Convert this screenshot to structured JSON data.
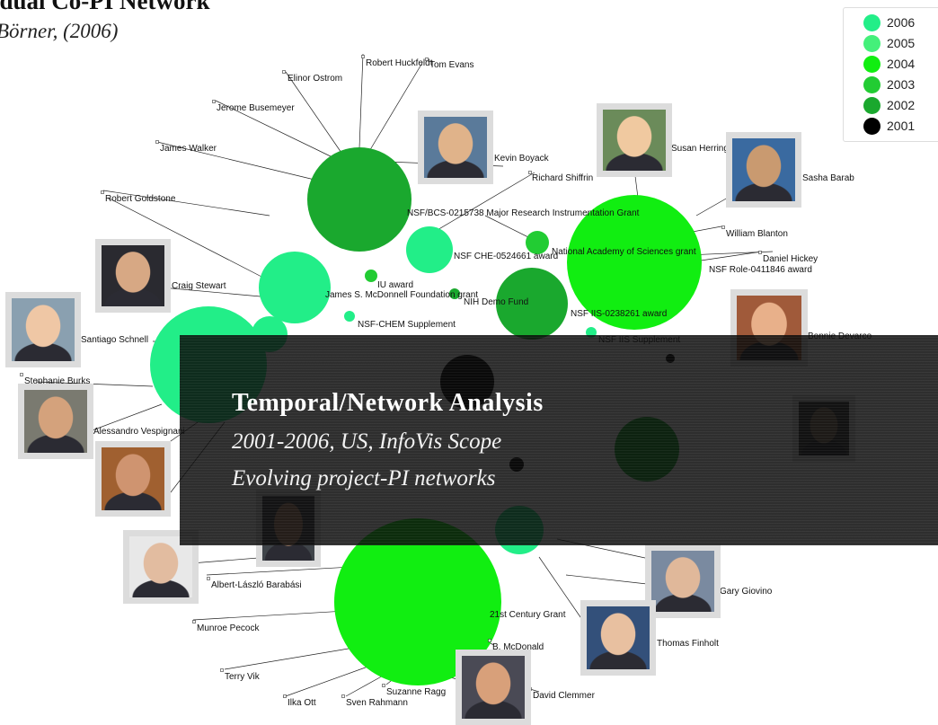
{
  "header": {
    "title": "idual Co-PI Network",
    "byline": "Börner, (2006)"
  },
  "legend": [
    {
      "label": "2006",
      "color": "#22ee88"
    },
    {
      "label": "2005",
      "color": "#44f07a"
    },
    {
      "label": "2004",
      "color": "#11ee11"
    },
    {
      "label": "2003",
      "color": "#22cc33"
    },
    {
      "label": "2002",
      "color": "#1aa82e"
    },
    {
      "label": "2001",
      "color": "#000000"
    }
  ],
  "colors": {
    "node_2006": "#22ee88",
    "node_2004": "#11ee11",
    "node_2003": "#22cc33",
    "node_2002": "#1aa82e",
    "node_2001": "#000000",
    "overlay": "#111111"
  },
  "overlay": {
    "title": "Temporal/Network Analysis",
    "line1": "2001-2006, US, InfoVis Scope",
    "line2": "Evolving project-PI networks"
  },
  "grant_labels": [
    "NSF/BCS-0215738 Major Research Instrumentation Grant",
    "NSF CHE-0524661 award",
    "National Academy of Sciences grant",
    "NSF Role-0411846 award",
    "IU award",
    "James S. McDonnell Foundation grant",
    "NIH Demo Fund",
    "NSF IIS-0238261 award",
    "NSF-CHEM Supplement",
    "NSF IIS Supplement",
    "21st Century Grant"
  ],
  "people": [
    "Robert Huckfeldt",
    "Tom Evans",
    "Elinor Ostrom",
    "Jerome Busemeyer",
    "James Walker",
    "Robert Goldstone",
    "Kevin Boyack",
    "Richard Shiffrin",
    "Susan Herring",
    "Sasha Barab",
    "William Blanton",
    "Daniel Hickey",
    "Craig Stewart",
    "Santiago Schnell",
    "Stephanie Burks",
    "Alessandro Vespignani",
    "Bonnie Devarco",
    "Albert-László Barabási",
    "Gary Giovino",
    "Thomas Finholt",
    "Munroe Pecock",
    "B. McDonald",
    "Terry Vik",
    "Ilka Ott",
    "Sven Rahmann",
    "Suzanne Ragg",
    "David Clemmer"
  ]
}
